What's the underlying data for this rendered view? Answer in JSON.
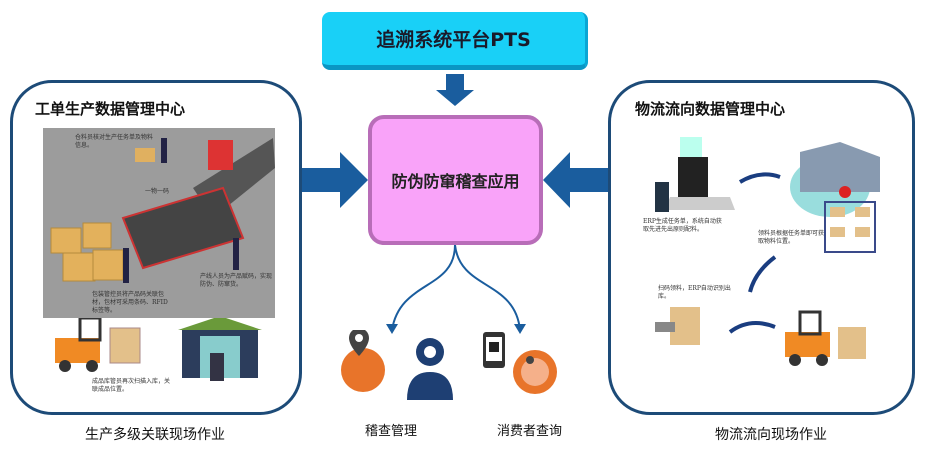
{
  "platform": {
    "title": "追溯系统平台PTS"
  },
  "center": {
    "title": "防伪防窜稽查应用"
  },
  "left_panel": {
    "title": "工单生产数据管理中心",
    "notes": [
      "仓料员核对生产任务单及物料信息。",
      "一物一码",
      "产线人员为产品赋码，实现防伪、防窜货。",
      "包装管控员将产品码关联包材，包材可采用条码、RFID标签等。",
      "成品库管员再次扫描入库，关联成品位置。"
    ],
    "caption": "生产多级关联现场作业"
  },
  "right_panel": {
    "title": "物流流向数据管理中心",
    "notes": [
      "ERP生成任务单，系统自动获取先进先出原则配料。",
      "领料员根据任务单即可获取物料位置。",
      "扫码领料，ERP自动识别出库。"
    ],
    "caption": "物流流向现场作业"
  },
  "bottom": {
    "items": [
      {
        "label": "稽查管理"
      },
      {
        "label": "消费者查询"
      }
    ]
  },
  "colors": {
    "banner": "#19d0f7",
    "center": "#f9a3f9",
    "arrow": "#1a5d9e",
    "panel_border": "#1d4b78"
  }
}
